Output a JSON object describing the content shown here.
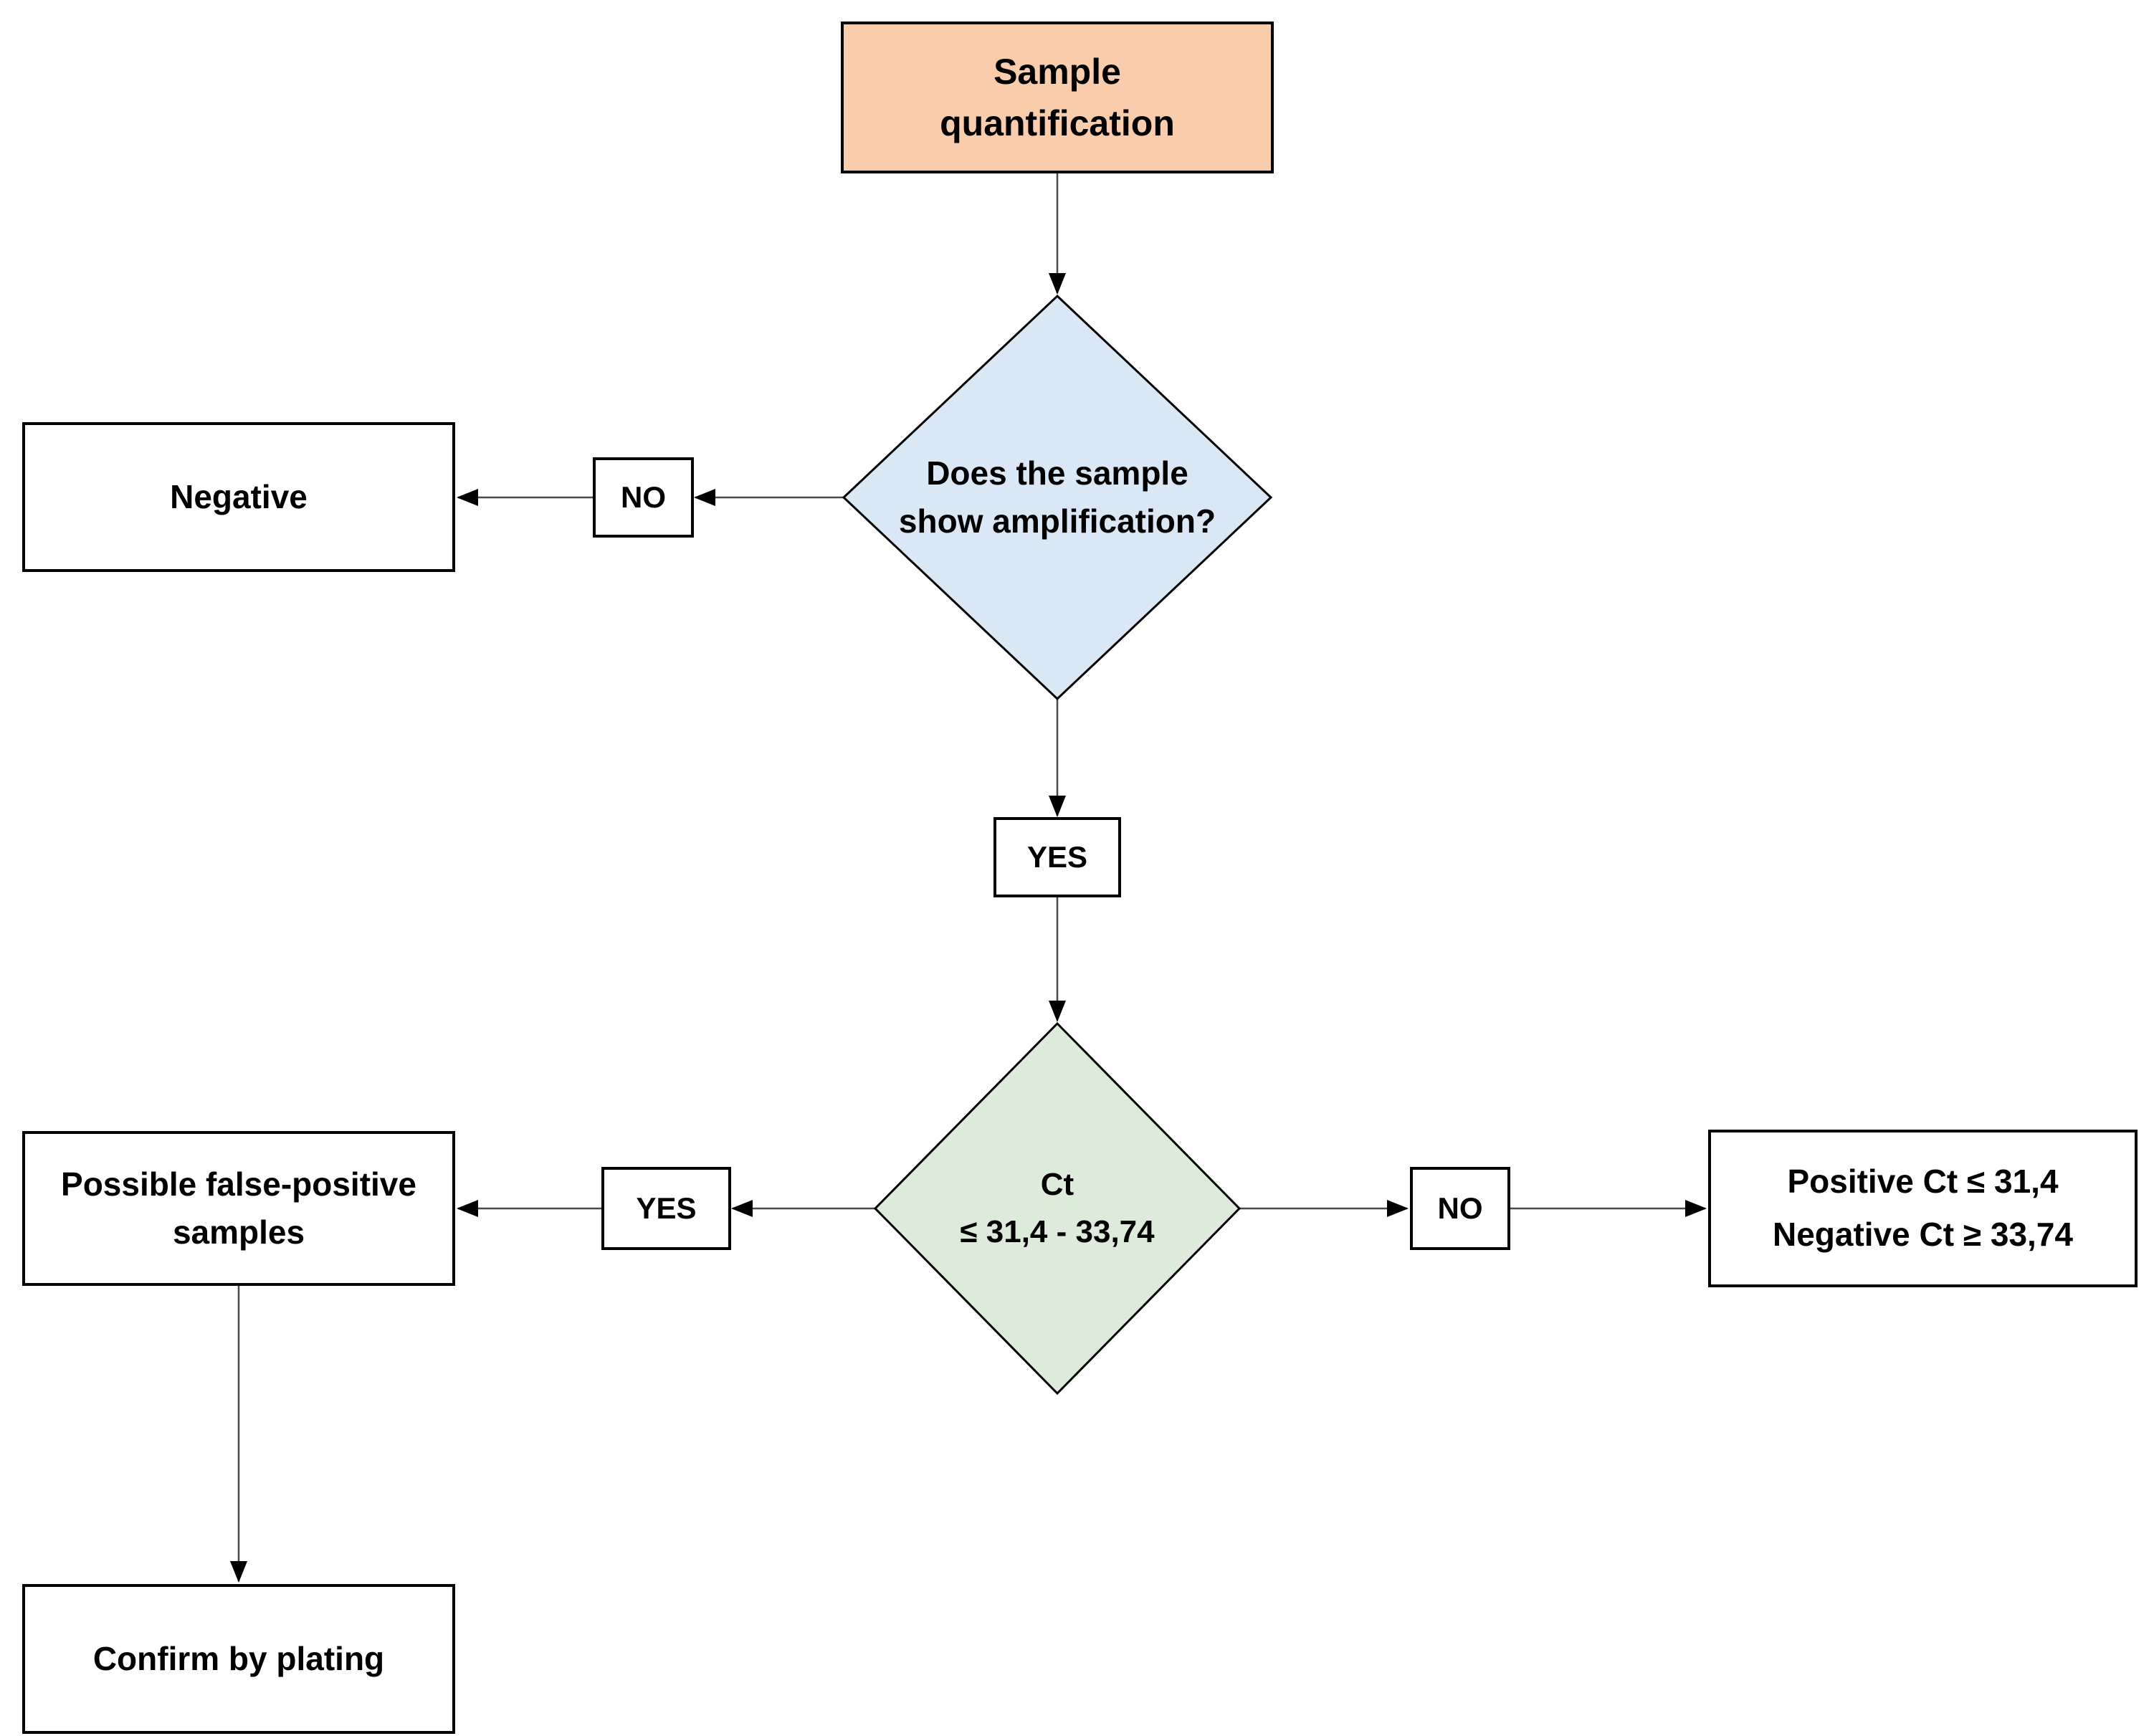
{
  "figure": {
    "title": "Sample quantification decision flowchart",
    "colors": {
      "background": "#FFFFFF",
      "start_fill": "#F9CDAB",
      "amplification_decision_fill": "#DAE8F5",
      "ct_decision_fill": "#DDEBDA",
      "process_box_fill": "#FFFFFF",
      "border": "#000000",
      "connector": "#4A4A4A",
      "text": "#000000"
    },
    "nodes": {
      "start": {
        "line1": "Sample",
        "line2": "quantification",
        "fill": "#F9CDAB"
      },
      "amplification_decision": {
        "line1": "Does the sample",
        "line2": "show amplification?",
        "fill": "#DAE8F5"
      },
      "no_branch_1": {
        "label": "NO",
        "fill": "#FFFFFF"
      },
      "negative_result": {
        "label": "Negative",
        "fill": "#FFFFFF"
      },
      "yes_branch_1": {
        "label": "YES",
        "fill": "#FFFFFF"
      },
      "ct_decision": {
        "line1": "Ct",
        "line2": "≤ 31,4 - 33,74",
        "fill": "#DDEBDA"
      },
      "yes_branch_2": {
        "label": "YES",
        "fill": "#FFFFFF"
      },
      "possible_false_positive": {
        "line1": "Possible false-positive",
        "line2": "samples",
        "fill": "#FFFFFF"
      },
      "no_branch_2": {
        "label": "NO",
        "fill": "#FFFFFF"
      },
      "ct_result": {
        "line1": "Positive Ct ≤ 31,4",
        "line2": "Negative Ct ≥ 33,74",
        "fill": "#FFFFFF"
      },
      "confirm_plating": {
        "label": "Confirm by plating",
        "fill": "#FFFFFF"
      }
    },
    "edges": [
      {
        "from": "start",
        "to": "amplification_decision"
      },
      {
        "from": "amplification_decision",
        "to": "no_branch_1"
      },
      {
        "from": "no_branch_1",
        "to": "negative_result"
      },
      {
        "from": "amplification_decision",
        "to": "yes_branch_1"
      },
      {
        "from": "yes_branch_1",
        "to": "ct_decision"
      },
      {
        "from": "ct_decision",
        "to": "yes_branch_2"
      },
      {
        "from": "yes_branch_2",
        "to": "possible_false_positive"
      },
      {
        "from": "ct_decision",
        "to": "no_branch_2"
      },
      {
        "from": "no_branch_2",
        "to": "ct_result"
      },
      {
        "from": "possible_false_positive",
        "to": "confirm_plating"
      }
    ]
  }
}
